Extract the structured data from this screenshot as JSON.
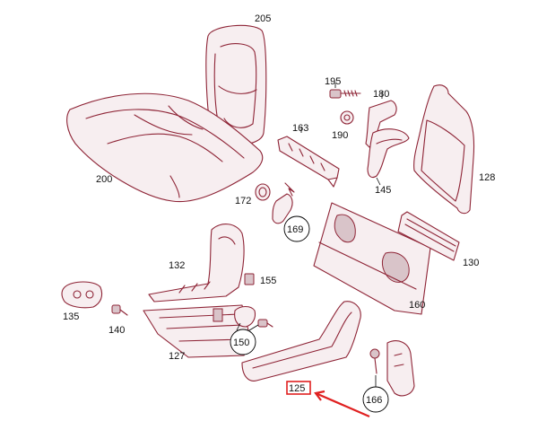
{
  "diagram": {
    "parts": [
      {
        "id": "p205",
        "label": "205",
        "icon": "seat-backrest-icon"
      },
      {
        "id": "p200",
        "label": "200",
        "icon": "seat-cushion-icon"
      },
      {
        "id": "p195",
        "label": "195",
        "icon": "screw-icon"
      },
      {
        "id": "p180",
        "label": "180",
        "icon": "trim-bracket-icon"
      },
      {
        "id": "p190",
        "label": "190",
        "icon": "clip-icon"
      },
      {
        "id": "p163",
        "label": "163",
        "icon": "mounting-rail-icon"
      },
      {
        "id": "p128",
        "label": "128",
        "icon": "side-panel-icon"
      },
      {
        "id": "p145",
        "label": "145",
        "icon": "trim-cover-icon"
      },
      {
        "id": "p172",
        "label": "172",
        "icon": "ring-icon"
      },
      {
        "id": "p169",
        "label": "169",
        "icon": "clip-icon"
      },
      {
        "id": "p160",
        "label": "160",
        "icon": "cover-strip-icon"
      },
      {
        "id": "p130",
        "label": "130",
        "icon": "seat-frame-icon"
      },
      {
        "id": "p132",
        "label": "132",
        "icon": "nut-icon"
      },
      {
        "id": "p155",
        "label": "155",
        "icon": "cushion-panel-icon"
      },
      {
        "id": "p135",
        "label": "135",
        "icon": "bushing-icon"
      },
      {
        "id": "p140",
        "label": "140",
        "icon": "bolt-icon"
      },
      {
        "id": "p150",
        "label": "150",
        "icon": "fastener-set-icon"
      },
      {
        "id": "p127",
        "label": "127",
        "icon": "base-frame-icon"
      },
      {
        "id": "p166",
        "label": "166",
        "icon": "fastener-icon"
      },
      {
        "id": "p125",
        "label": "125",
        "icon": "side-trim-icon",
        "highlighted": true
      }
    ]
  },
  "colors": {
    "line": "#8e2436",
    "highlight": "#e02020",
    "text": "#111111"
  }
}
